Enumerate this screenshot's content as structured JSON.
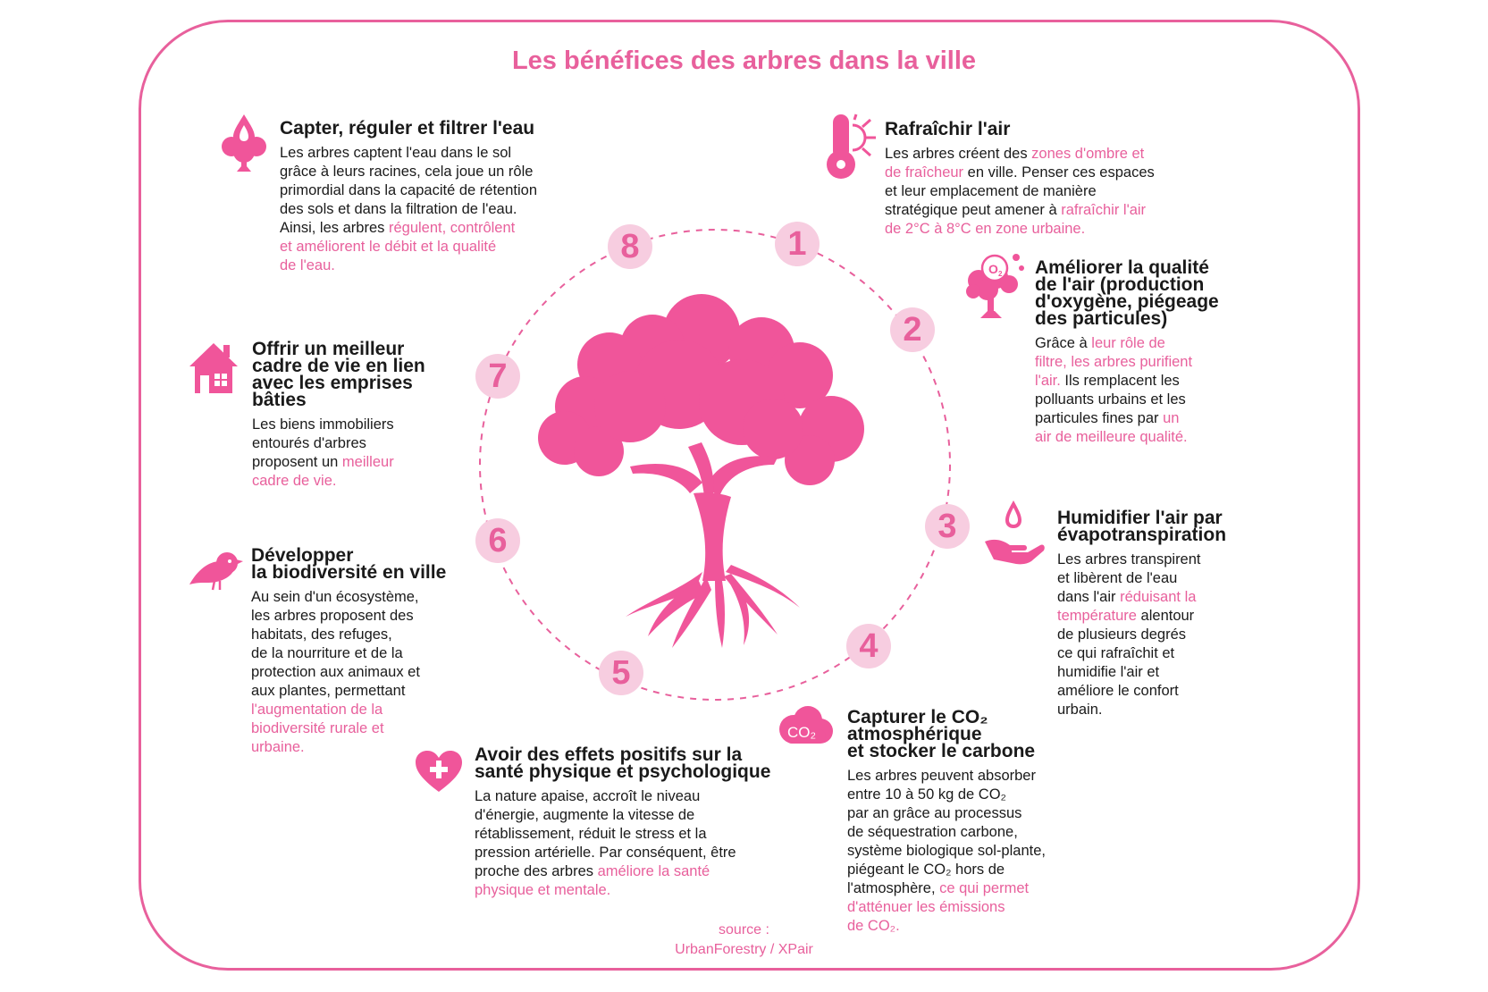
{
  "title": "Les bénéfices des arbres dans la ville",
  "source": {
    "line1": "source :",
    "line2": "UrbanForestry / XPair"
  },
  "colors": {
    "accent": "#e8609c",
    "accent_light": "#f7cde0",
    "text": "#1a1a1a"
  },
  "numbers": [
    "1",
    "2",
    "3",
    "4",
    "5",
    "6",
    "7",
    "8"
  ],
  "benefits": [
    {
      "icon": "water-drop-tree-icon",
      "title_lines": [
        "Capter, réguler et filtrer l'eau"
      ],
      "body": [
        {
          "t": "Les arbres captent l'eau dans le sol"
        },
        {
          "t": "grâce à leurs racines, cela joue un rôle"
        },
        {
          "t": "primordial dans la capacité de rétention"
        },
        {
          "t": "des sols et dans la filtration de l'eau."
        },
        {
          "t": "Ainsi, les arbres ",
          "h": "régulent, contrôlent"
        },
        {
          "h": "et améliorent le débit et la qualité"
        },
        {
          "h": "de l'eau."
        }
      ]
    },
    {
      "icon": "thermometer-sun-icon",
      "title_lines": [
        "Rafraîchir l'air"
      ],
      "body": [
        {
          "t": "Les arbres créent des ",
          "h": "zones d'ombre et"
        },
        {
          "h": "de fraîcheur",
          "t2": " en ville. Penser ces espaces"
        },
        {
          "t": "et leur emplacement de manière"
        },
        {
          "t": "stratégique peut amener à ",
          "h": "rafraîchir l'air"
        },
        {
          "h": "de 2°C à 8°C en zone urbaine."
        }
      ]
    },
    {
      "icon": "oxygen-tree-icon",
      "title_lines": [
        "Améliorer la qualité",
        "de l'air (production",
        "d'oxygène, piégeage",
        "des particules)"
      ],
      "body": [
        {
          "t": "Grâce à ",
          "h": "leur rôle de"
        },
        {
          "h": "filtre, les arbres purifient"
        },
        {
          "h": "l'air.",
          "t2": " Ils remplacent les"
        },
        {
          "t": "polluants urbains et les"
        },
        {
          "t": "particules fines par ",
          "h": "un"
        },
        {
          "h": "air de meilleure qualité."
        }
      ]
    },
    {
      "icon": "hand-drop-icon",
      "title_lines": [
        "Humidifier l'air par",
        "évapotranspiration"
      ],
      "body": [
        {
          "t": "Les arbres transpirent"
        },
        {
          "t": "et libèrent de l'eau"
        },
        {
          "t": "dans l'air ",
          "h": "réduisant la"
        },
        {
          "h": "température",
          "t2": " alentour"
        },
        {
          "t": "de plusieurs degrés"
        },
        {
          "t": "ce qui rafraîchit et"
        },
        {
          "t": "humidifie l'air et"
        },
        {
          "t": "améliore le confort"
        },
        {
          "t": "urbain."
        }
      ]
    },
    {
      "icon": "co2-cloud-icon",
      "icon_label": "CO₂",
      "title_lines": [
        "Capturer le CO₂",
        "atmosphérique",
        "et stocker le carbone"
      ],
      "body": [
        {
          "t": "Les arbres peuvent absorber"
        },
        {
          "t": "entre 10 à 50 kg de CO₂"
        },
        {
          "t": "par an grâce au processus"
        },
        {
          "t": "de séquestration carbone,"
        },
        {
          "t": "système biologique sol-plante,"
        },
        {
          "t": "piégeant le CO₂ hors de"
        },
        {
          "t": "l'atmosphère, ",
          "h": "ce qui permet"
        },
        {
          "h": "d'atténuer les émissions"
        },
        {
          "h": "de CO₂."
        }
      ]
    },
    {
      "icon": "heart-plus-icon",
      "title_lines": [
        "Avoir des effets positifs sur la",
        "santé physique et psychologique"
      ],
      "body": [
        {
          "t": "La nature apaise, accroît le niveau"
        },
        {
          "t": "d'énergie, augmente la vitesse de"
        },
        {
          "t": "rétablissement, réduit le stress et la"
        },
        {
          "t": "pression artérielle. Par conséquent, être"
        },
        {
          "t": "proche des arbres ",
          "h": "améliore la santé"
        },
        {
          "h": "physique et mentale."
        }
      ]
    },
    {
      "icon": "bird-icon",
      "title_lines": [
        "Développer",
        "la biodiversité en ville"
      ],
      "body": [
        {
          "t": "Au sein d'un écosystème,"
        },
        {
          "t": "les arbres proposent des"
        },
        {
          "t": "habitats, des refuges,"
        },
        {
          "t": "de la nourriture et de la"
        },
        {
          "t": "protection aux animaux et"
        },
        {
          "t": "aux plantes, permettant"
        },
        {
          "h": "l'augmentation de la"
        },
        {
          "h": "biodiversité rurale et"
        },
        {
          "h": "urbaine."
        }
      ]
    },
    {
      "icon": "house-icon",
      "title_lines": [
        "Offrir un meilleur",
        "cadre de vie en lien",
        "avec les emprises",
        "bâties"
      ],
      "body": [
        {
          "t": "Les biens immobiliers"
        },
        {
          "t": "entourés d'arbres"
        },
        {
          "t": "proposent un ",
          "h": "meilleur"
        },
        {
          "h": "cadre de vie."
        }
      ]
    }
  ]
}
